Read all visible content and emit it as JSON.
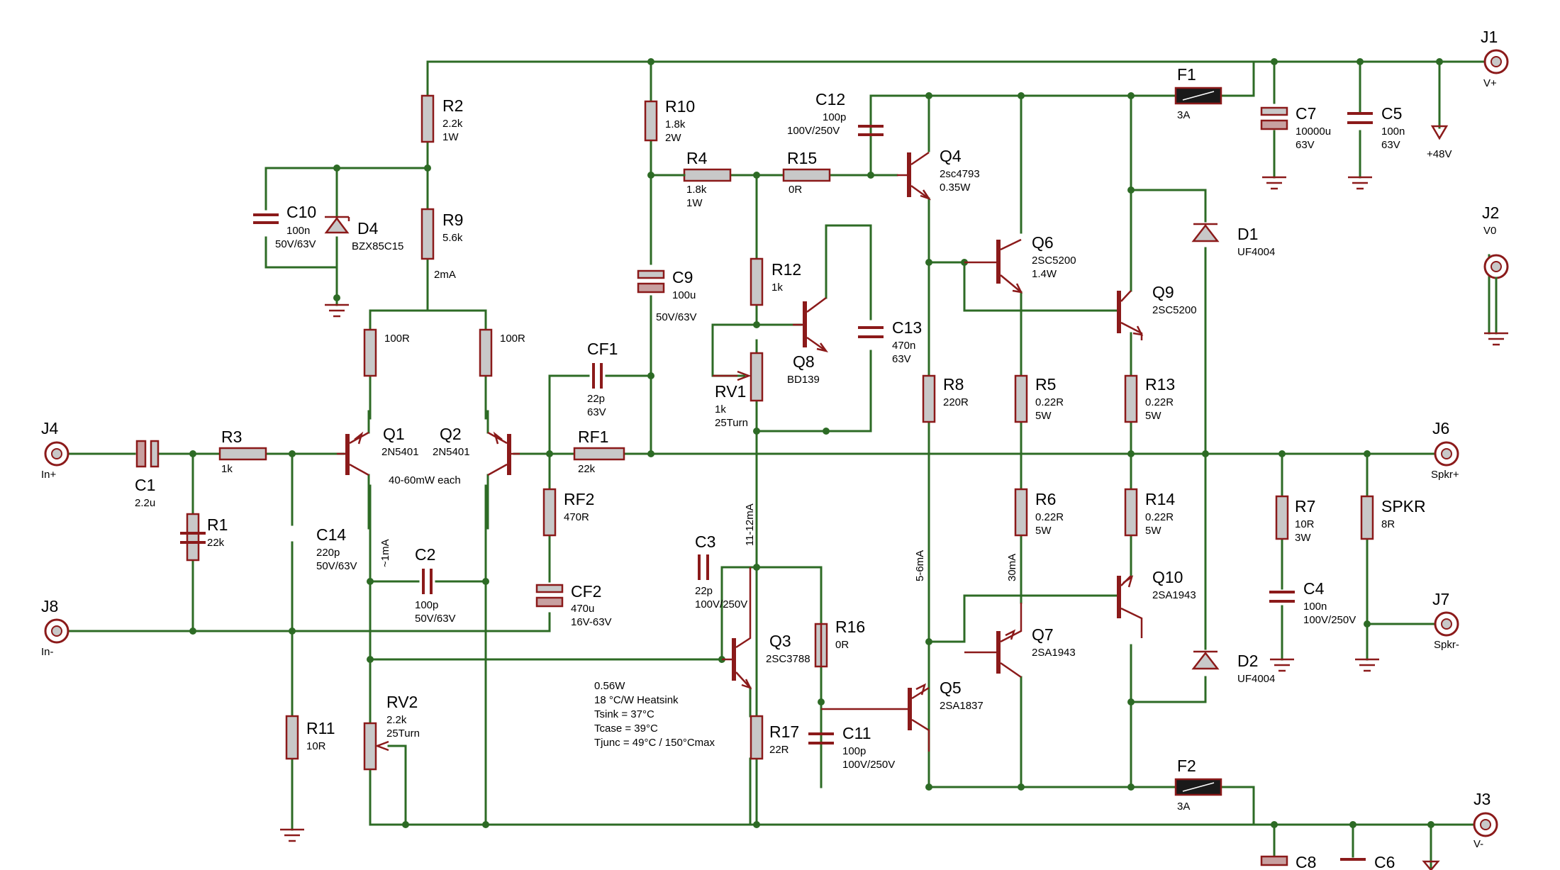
{
  "components": {
    "r1": {
      "ref": "R1",
      "values": [
        "22k"
      ]
    },
    "r2": {
      "ref": "R2",
      "values": [
        "2.2k",
        "1W"
      ]
    },
    "r3": {
      "ref": "R3",
      "values": [
        "1k"
      ]
    },
    "r4": {
      "ref": "R4",
      "values": [
        "1.8k",
        "1W"
      ]
    },
    "r5": {
      "ref": "R5",
      "values": [
        "0.22R",
        "5W"
      ]
    },
    "r6": {
      "ref": "R6",
      "values": [
        "0.22R",
        "5W"
      ]
    },
    "r7": {
      "ref": "R7",
      "values": [
        "10R",
        "3W"
      ]
    },
    "r8": {
      "ref": "R8",
      "values": [
        "220R"
      ]
    },
    "r9": {
      "ref": "R9",
      "values": [
        "5.6k"
      ]
    },
    "r10": {
      "ref": "R10",
      "values": [
        "1.8k",
        "2W"
      ]
    },
    "r11": {
      "ref": "R11",
      "values": [
        "10R"
      ]
    },
    "r12": {
      "ref": "R12",
      "values": [
        "1k"
      ]
    },
    "r13": {
      "ref": "R13",
      "values": [
        "0.22R",
        "5W"
      ]
    },
    "r14": {
      "ref": "R14",
      "values": [
        "0.22R",
        "5W"
      ]
    },
    "r15": {
      "ref": "R15",
      "values": [
        "0R"
      ]
    },
    "r16": {
      "ref": "R16",
      "values": [
        "0R"
      ]
    },
    "r17": {
      "ref": "R17",
      "values": [
        "22R"
      ]
    },
    "r_q1": {
      "ref": "",
      "values": [
        "100R"
      ]
    },
    "r_q2": {
      "ref": "",
      "values": [
        "100R"
      ]
    },
    "rf1": {
      "ref": "RF1",
      "values": [
        "22k"
      ]
    },
    "rf2": {
      "ref": "RF2",
      "values": [
        "470R"
      ]
    },
    "rv1": {
      "ref": "RV1",
      "values": [
        "1k",
        "25Turn"
      ]
    },
    "rv2": {
      "ref": "RV2",
      "values": [
        "2.2k",
        "25Turn"
      ]
    },
    "spkr": {
      "ref": "SPKR",
      "values": [
        "8R"
      ]
    },
    "c1": {
      "ref": "C1",
      "values": [
        "2.2u"
      ]
    },
    "c2": {
      "ref": "C2",
      "values": [
        "100p",
        "50V/63V"
      ]
    },
    "c3": {
      "ref": "C3",
      "values": [
        "22p",
        "100V/250V"
      ]
    },
    "c4": {
      "ref": "C4",
      "values": [
        "100n",
        "100V/250V"
      ]
    },
    "c5": {
      "ref": "C5",
      "values": [
        "100n",
        "63V"
      ]
    },
    "c6": {
      "ref": "C6",
      "values": []
    },
    "c7": {
      "ref": "C7",
      "values": [
        "10000u",
        "63V"
      ]
    },
    "c8": {
      "ref": "C8",
      "values": []
    },
    "c9": {
      "ref": "C9",
      "values": [
        "100u",
        "50V/63V"
      ]
    },
    "c10": {
      "ref": "C10",
      "values": [
        "100n",
        "50V/63V"
      ]
    },
    "c11": {
      "ref": "C11",
      "values": [
        "100p",
        "100V/250V"
      ]
    },
    "c12": {
      "ref": "C12",
      "values": [
        "100p",
        "100V/250V"
      ]
    },
    "c13": {
      "ref": "C13",
      "values": [
        "470n",
        "63V"
      ]
    },
    "c14": {
      "ref": "C14",
      "values": [
        "220p",
        "50V/63V"
      ]
    },
    "cf1": {
      "ref": "CF1",
      "values": [
        "22p",
        "63V"
      ]
    },
    "cf2": {
      "ref": "CF2",
      "values": [
        "470u",
        "16V-63V"
      ]
    },
    "d1": {
      "ref": "D1",
      "values": [
        "UF4004"
      ]
    },
    "d2": {
      "ref": "D2",
      "values": [
        "UF4004"
      ]
    },
    "d4": {
      "ref": "D4",
      "values": [
        "BZX85C15"
      ]
    },
    "f1": {
      "ref": "F1",
      "values": [
        "3A"
      ]
    },
    "f2": {
      "ref": "F2",
      "values": [
        "3A"
      ]
    },
    "q1": {
      "ref": "Q1",
      "values": [
        "2N5401"
      ]
    },
    "q2": {
      "ref": "Q2",
      "values": [
        "2N5401"
      ]
    },
    "q3": {
      "ref": "Q3",
      "values": [
        "2SC3788"
      ]
    },
    "q4": {
      "ref": "Q4",
      "values": [
        "2sc4793",
        "0.35W"
      ]
    },
    "q5": {
      "ref": "Q5",
      "values": [
        "2SA1837"
      ]
    },
    "q6": {
      "ref": "Q6",
      "values": [
        "2SC5200",
        "1.4W"
      ]
    },
    "q7": {
      "ref": "Q7",
      "values": [
        "2SA1943"
      ]
    },
    "q8": {
      "ref": "Q8",
      "values": [
        "BD139"
      ]
    },
    "q9": {
      "ref": "Q9",
      "values": [
        "2SC5200"
      ]
    },
    "q10": {
      "ref": "Q10",
      "values": [
        "2SA1943"
      ]
    }
  },
  "connectors": {
    "j1": {
      "ref": "J1",
      "label": "V+"
    },
    "j2": {
      "ref": "J2",
      "label": "V0"
    },
    "j3": {
      "ref": "J3",
      "label": "V-"
    },
    "j4": {
      "ref": "J4",
      "label": "In+"
    },
    "j6": {
      "ref": "J6",
      "label": "Spkr+"
    },
    "j7": {
      "ref": "J7",
      "label": "Spkr-"
    },
    "j8": {
      "ref": "J8",
      "label": "In-"
    }
  },
  "annotations": {
    "supply": "+48V",
    "r9_current": "2mA",
    "ltp_power": "40-60mW each",
    "q1_current": "~1mA",
    "q3_current": "11-12mA",
    "driver_current": "5-6mA",
    "output_current": "30mA",
    "vas_thermal": [
      "0.56W",
      "18 °C/W Heatsink",
      "Tsink = 37°C",
      "Tcase = 39°C",
      "Tjunc = 49°C / 150°Cmax"
    ]
  }
}
